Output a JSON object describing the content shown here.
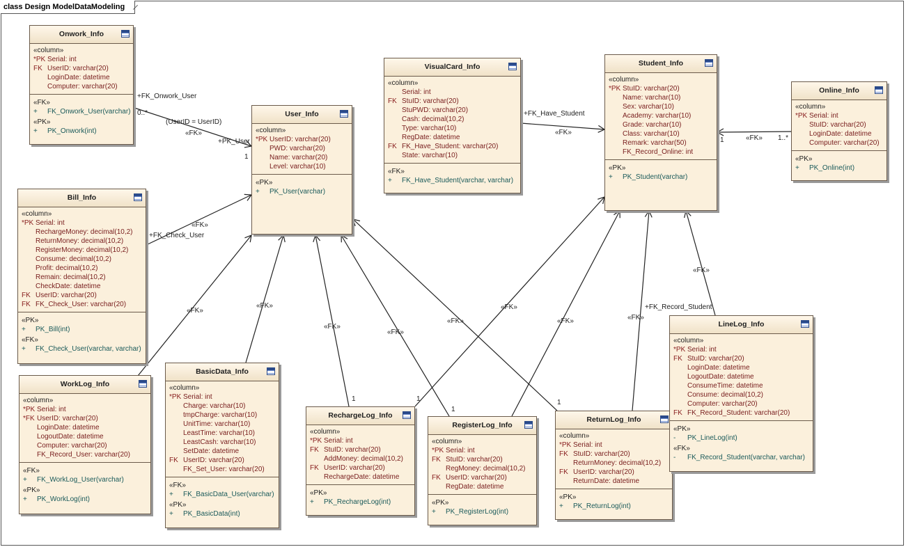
{
  "diagram": {
    "title": "class Design ModelDataModeling"
  },
  "classes": [
    {
      "id": "onwork",
      "name": "Onwork_Info",
      "columns": [
        [
          "*PK",
          "Serial:  int"
        ],
        [
          "FK",
          "UserID:  varchar(20)"
        ],
        [
          "",
          "LoginDate:  datetime"
        ],
        [
          "",
          "Computer:  varchar(20)"
        ]
      ],
      "ops": [
        [
          "«FK»",
          "+",
          "FK_Onwork_User(varchar)"
        ],
        [
          "«PK»",
          "+",
          "PK_Onwork(int)"
        ]
      ]
    },
    {
      "id": "user",
      "name": "User_Info",
      "columns": [
        [
          "*PK",
          "UserID:  varchar(20)"
        ],
        [
          "",
          "PWD:  varchar(20)"
        ],
        [
          "",
          "Name:  varchar(20)"
        ],
        [
          "",
          "Level:  varchar(10)"
        ]
      ],
      "ops": [
        [
          "«PK»",
          "+",
          "PK_User(varchar)"
        ]
      ]
    },
    {
      "id": "visualcard",
      "name": "VisualCard_Info",
      "columns": [
        [
          "",
          "Serial:  int"
        ],
        [
          "FK",
          "StuID:  varchar(20)"
        ],
        [
          "",
          "StuPWD:  varchar(20)"
        ],
        [
          "",
          "Cash:  decimal(10,2)"
        ],
        [
          "",
          "Type:  varchar(10)"
        ],
        [
          "",
          "RegDate:  datetime"
        ],
        [
          "FK",
          "FK_Have_Student:  varchar(20)"
        ],
        [
          "",
          "State:  varchar(10)"
        ]
      ],
      "ops": [
        [
          "«FK»",
          "+",
          "FK_Have_Student(varchar, varchar)"
        ]
      ]
    },
    {
      "id": "student",
      "name": "Student_Info",
      "columns": [
        [
          "*PK",
          "StuID:  varchar(20)"
        ],
        [
          "",
          "Name:  varchar(10)"
        ],
        [
          "",
          "Sex:  varchar(10)"
        ],
        [
          "",
          "Academy:  varchar(10)"
        ],
        [
          "",
          "Grade:  varchar(10)"
        ],
        [
          "",
          "Class:  varchar(10)"
        ],
        [
          "",
          "Remark:  varchar(50)"
        ],
        [
          "",
          "FK_Record_Online:  int"
        ]
      ],
      "ops": [
        [
          "«PK»",
          "+",
          "PK_Student(varchar)"
        ]
      ]
    },
    {
      "id": "online",
      "name": "Online_Info",
      "columns": [
        [
          "*PK",
          "Serial:  int"
        ],
        [
          "",
          "StuID:  varchar(20)"
        ],
        [
          "",
          "LoginDate:  datetime"
        ],
        [
          "",
          "Computer:  varchar(20)"
        ]
      ],
      "ops": [
        [
          "«PK»",
          "+",
          "PK_Online(int)"
        ]
      ]
    },
    {
      "id": "bill",
      "name": "Bill_Info",
      "columns": [
        [
          "*PK",
          "Serial:  int"
        ],
        [
          "",
          "RechargeMoney:  decimal(10,2)"
        ],
        [
          "",
          "ReturnMoney:  decimal(10,2)"
        ],
        [
          "",
          "RegisterMoney:  decimal(10,2)"
        ],
        [
          "",
          "Consume:  decimal(10,2)"
        ],
        [
          "",
          "Profit:  decimal(10,2)"
        ],
        [
          "",
          "Remain:  decimal(10,2)"
        ],
        [
          "",
          "CheckDate:  datetime"
        ],
        [
          "FK",
          "UserID:  varchar(20)"
        ],
        [
          "FK",
          "FK_Check_User:  varchar(20)"
        ]
      ],
      "ops": [
        [
          "«PK»",
          "+",
          "PK_Bill(int)"
        ],
        [
          "«FK»",
          "+",
          "FK_Check_User(varchar, varchar)"
        ]
      ]
    },
    {
      "id": "worklog",
      "name": "WorkLog_Info",
      "columns": [
        [
          "*PK",
          "Serial:  int"
        ],
        [
          "*FK",
          "UserID:  varchar(20)"
        ],
        [
          "",
          "LoginDate:  datetime"
        ],
        [
          "",
          "LogoutDate:  datetime"
        ],
        [
          "",
          "Computer:  varchar(20)"
        ],
        [
          "",
          "FK_Record_User:  varchar(20)"
        ]
      ],
      "ops": [
        [
          "«FK»",
          "+",
          "FK_WorkLog_User(varchar)"
        ],
        [
          "«PK»",
          "+",
          "PK_WorkLog(int)"
        ]
      ]
    },
    {
      "id": "basicdata",
      "name": "BasicData_Info",
      "columns": [
        [
          "*PK",
          "Serial:  int"
        ],
        [
          "",
          "Charge:  varchar(10)"
        ],
        [
          "",
          "tmpCharge:  varchar(10)"
        ],
        [
          "",
          "UnitTime:  varchar(10)"
        ],
        [
          "",
          "LeastTime:  varchar(10)"
        ],
        [
          "",
          "LeastCash:  varchar(10)"
        ],
        [
          "",
          "SetDate:  datetime"
        ],
        [
          "FK",
          "UserID:  varchar(20)"
        ],
        [
          "",
          "FK_Set_User:  varchar(20)"
        ]
      ],
      "ops": [
        [
          "«FK»",
          "+",
          "FK_BasicData_User(varchar)"
        ],
        [
          "«PK»",
          "+",
          "PK_BasicData(int)"
        ]
      ]
    },
    {
      "id": "rechargelog",
      "name": "RechargeLog_Info",
      "columns": [
        [
          "*PK",
          "Serial:  int"
        ],
        [
          "FK",
          "StuID:  varchar(20)"
        ],
        [
          "",
          "AddMoney:  decimal(10,2)"
        ],
        [
          "FK",
          "UserID:  varchar(20)"
        ],
        [
          "",
          "RechargeDate:  datetime"
        ]
      ],
      "ops": [
        [
          "«PK»",
          "+",
          "PK_RechargeLog(int)"
        ]
      ]
    },
    {
      "id": "registerlog",
      "name": "RegisterLog_Info",
      "columns": [
        [
          "*PK",
          "Serial:  int"
        ],
        [
          "FK",
          "StuID:  varchar(20)"
        ],
        [
          "",
          "RegMoney:  decimal(10,2)"
        ],
        [
          "FK",
          "UserID:  varchar(20)"
        ],
        [
          "",
          "RegDate:  datetime"
        ]
      ],
      "ops": [
        [
          "«PK»",
          "+",
          "PK_RegisterLog(int)"
        ]
      ]
    },
    {
      "id": "returnlog",
      "name": "ReturnLog_Info",
      "columns": [
        [
          "*PK",
          "Serial:  int"
        ],
        [
          "FK",
          "StuID:  varchar(20)"
        ],
        [
          "",
          "ReturnMoney:  decimal(10,2)"
        ],
        [
          "FK",
          "UserID:  varchar(20)"
        ],
        [
          "",
          "ReturnDate:  datetime"
        ]
      ],
      "ops": [
        [
          "«PK»",
          "+",
          "PK_ReturnLog(int)"
        ]
      ]
    },
    {
      "id": "linelog",
      "name": "LineLog_Info",
      "columns": [
        [
          "*PK",
          "Serial:  int"
        ],
        [
          "FK",
          "StuID:  varchar(20)"
        ],
        [
          "",
          "LoginDate:  datetime"
        ],
        [
          "",
          "LogoutDate:  datetime"
        ],
        [
          "",
          "ConsumeTime:  datetime"
        ],
        [
          "",
          "Consume:  decimal(10,2)"
        ],
        [
          "",
          "Computer:  varchar(20)"
        ],
        [
          "FK",
          "FK_Record_Student:  varchar(20)"
        ]
      ],
      "ops": [
        [
          "«PK»",
          "-",
          "PK_LineLog(int)"
        ],
        [
          "«FK»",
          "-",
          "FK_Record_Student(varchar, varchar)"
        ]
      ]
    }
  ],
  "stereotypes": {
    "column": "«column»"
  },
  "connector_labels": [
    "+FK_Onwork_User",
    "0..*",
    "(UserID = UserID)",
    "«FK»",
    "+PK_User",
    "1",
    "+FK_Check_User",
    "«FK»",
    "+FK_Have_Student",
    "«FK»",
    "«FK»",
    "1",
    "1..*",
    "«FK»",
    "«FK»",
    "«FK»",
    "«FK»",
    "«FK»",
    "«FK»",
    "«FK»",
    "«FK»",
    "1",
    "1",
    "1",
    "1",
    "«FK»",
    "+FK_Record_Student"
  ]
}
